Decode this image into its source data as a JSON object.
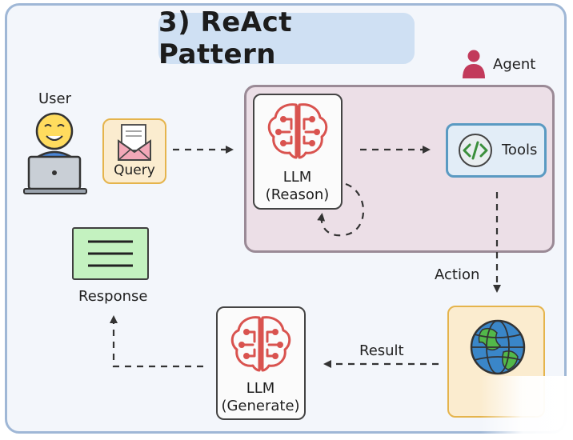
{
  "title": "3) ReAct Pattern",
  "agent": {
    "label": "Agent",
    "icon": "person-icon"
  },
  "user": {
    "label": "User",
    "icon": "laptop-user-icon"
  },
  "query": {
    "label": "Query",
    "icon": "mail-icon"
  },
  "llm_reason": {
    "line1": "LLM",
    "line2": "(Reason)",
    "icon": "brain-circuit-icon"
  },
  "tools": {
    "label": "Tools",
    "icon": "code-icon"
  },
  "action": {
    "label": "Action"
  },
  "result": {
    "label": "Result"
  },
  "llm_generate": {
    "line1": "LLM",
    "line2": "(Generate)",
    "icon": "brain-circuit-icon"
  },
  "response": {
    "label": "Response",
    "icon": "document-lines-icon"
  },
  "globe": {
    "icon": "globe-icon"
  },
  "colors": {
    "frame": "#9fb7d6",
    "title_bg": "#cfe0f3",
    "agent_bg": "#ecdfe7",
    "brain": "#d9534f",
    "tools_border": "#5a9ac2",
    "query_bg": "#fbeccf",
    "response_bg": "#c4f2c0",
    "agent_icon": "#c23a5b"
  }
}
